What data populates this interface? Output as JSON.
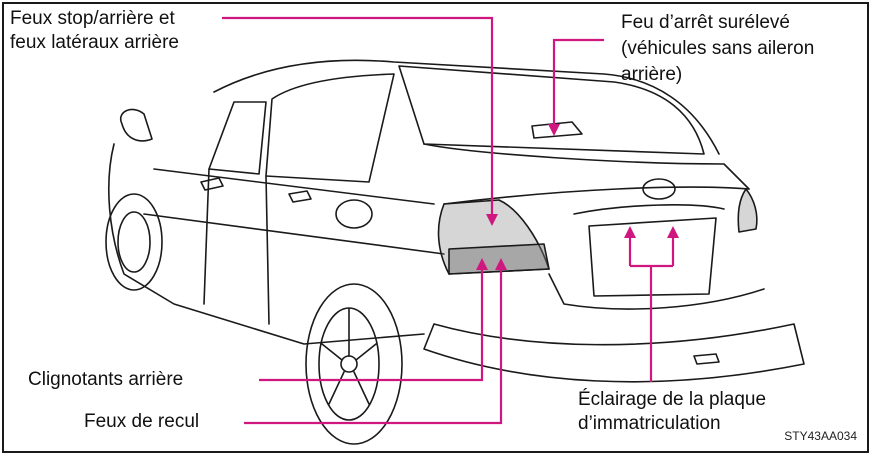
{
  "labels": {
    "stop_tail_line1": "Feux stop/arrière et",
    "stop_tail_line2": "feux latéraux arrière",
    "high_stop_line1": "Feu d’arrêt surélevé",
    "high_stop_line2": "(véhicules sans aileron",
    "high_stop_line3": "arrière)",
    "turn_signals": "Clignotants arrière",
    "backup": "Feux de recul",
    "plate_line1": "Éclairage de la plaque",
    "plate_line2": "d’immatriculation"
  },
  "figure_code": "STY43AA034",
  "colors": {
    "leader": "#d0177f",
    "outline": "#1a1a1a",
    "lamp": "#8a8a8a"
  }
}
